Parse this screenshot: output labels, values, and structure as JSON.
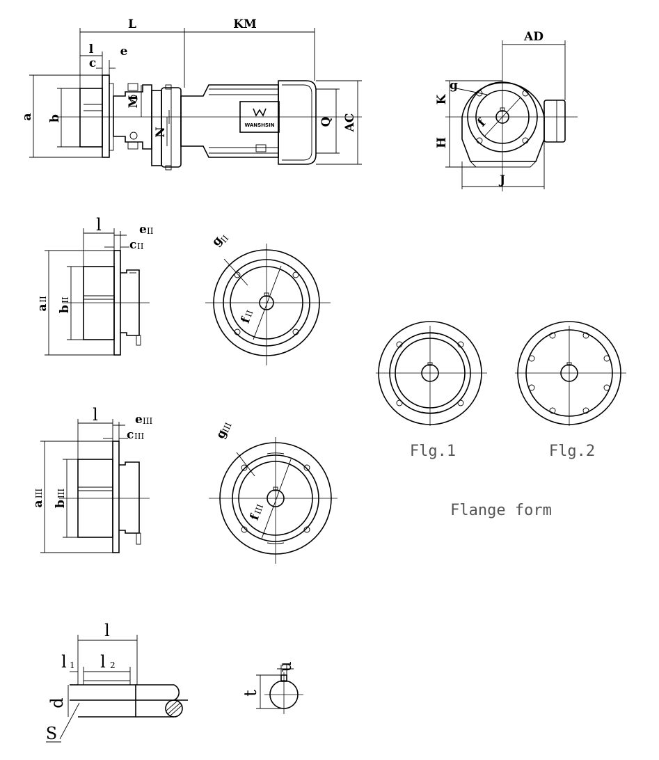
{
  "labels": {
    "L": "L",
    "KM": "KM",
    "l": "l",
    "c": "c",
    "e": "e",
    "a": "a",
    "b": "b",
    "M": "M",
    "N": "N",
    "Q": "Q",
    "AC": "AC",
    "AD": "AD",
    "g": "g",
    "K": "K",
    "f": "f",
    "H": "H",
    "J": "J",
    "l2": "l",
    "e2": "e",
    "e2_sub": "II",
    "c2": "c",
    "c2_sub": "II",
    "a2": "a",
    "a2_sub": "II",
    "b2": "b",
    "b2_sub": "II",
    "g2": "g",
    "g2_sub": "II",
    "f2": "f",
    "f2_sub": "II",
    "l3": "l",
    "e3": "e",
    "e3_sub": "III",
    "c3": "c",
    "c3_sub": "III",
    "a3": "a",
    "a3_sub": "III",
    "b3": "b",
    "b3_sub": "III",
    "g3": "g",
    "g3_sub": "III",
    "f3": "f",
    "f3_sub": "III",
    "shaft_l": "l",
    "shaft_l1": "l",
    "shaft_l1_sub": "1",
    "shaft_l2": "l",
    "shaft_l2_sub": "2",
    "shaft_d": "d",
    "shaft_S": "S",
    "key_u": "u",
    "key_t": "t"
  },
  "brand": "WANSHSIN",
  "captions": {
    "fig1": "Flg.1",
    "fig2": "Flg.2",
    "flange_form": "Flange form"
  }
}
